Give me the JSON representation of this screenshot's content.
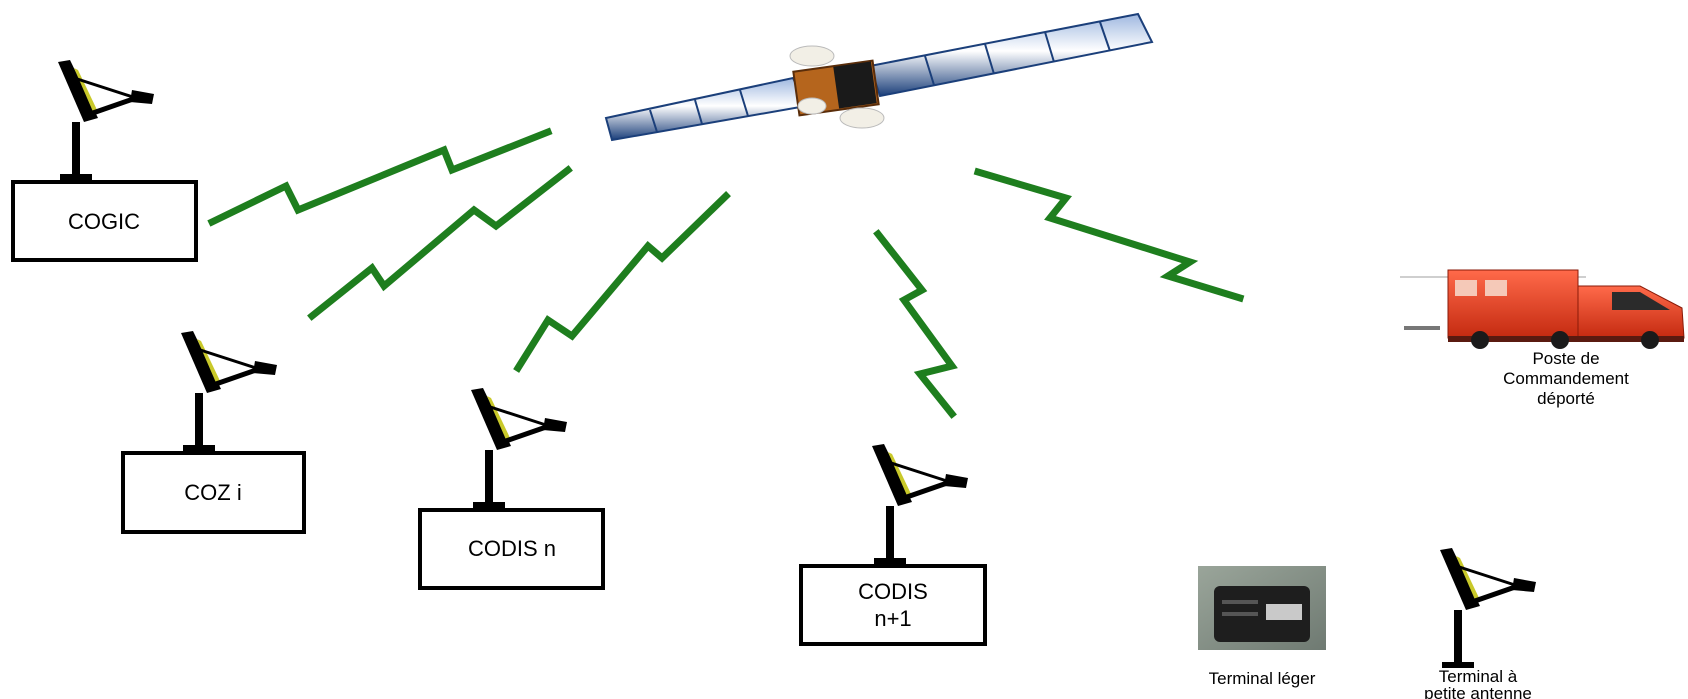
{
  "colors": {
    "link": "#1e7e1e",
    "background": "#ffffff",
    "box_border": "#000000",
    "truck_body": "#e03a1e",
    "panel_blue": "#1b3f7a"
  },
  "icons": {
    "satellite": "satellite-icon",
    "dish": "satellite-dish-icon",
    "truck": "command-truck-icon",
    "terminal": "portable-terminal-icon"
  },
  "stations": {
    "cogic": "COGIC",
    "coz": "COZ i",
    "codis_n": "CODIS n",
    "codis_n1_line1": "CODIS",
    "codis_n1_line2": "n+1"
  },
  "captions": {
    "poste_line1": "Poste de",
    "poste_line2": "Commandement",
    "poste_line3": "déporté",
    "terminal_leger": "Terminal léger",
    "terminal_antenne_line1": "Terminal à",
    "terminal_antenne_line2": "petite antenne"
  }
}
